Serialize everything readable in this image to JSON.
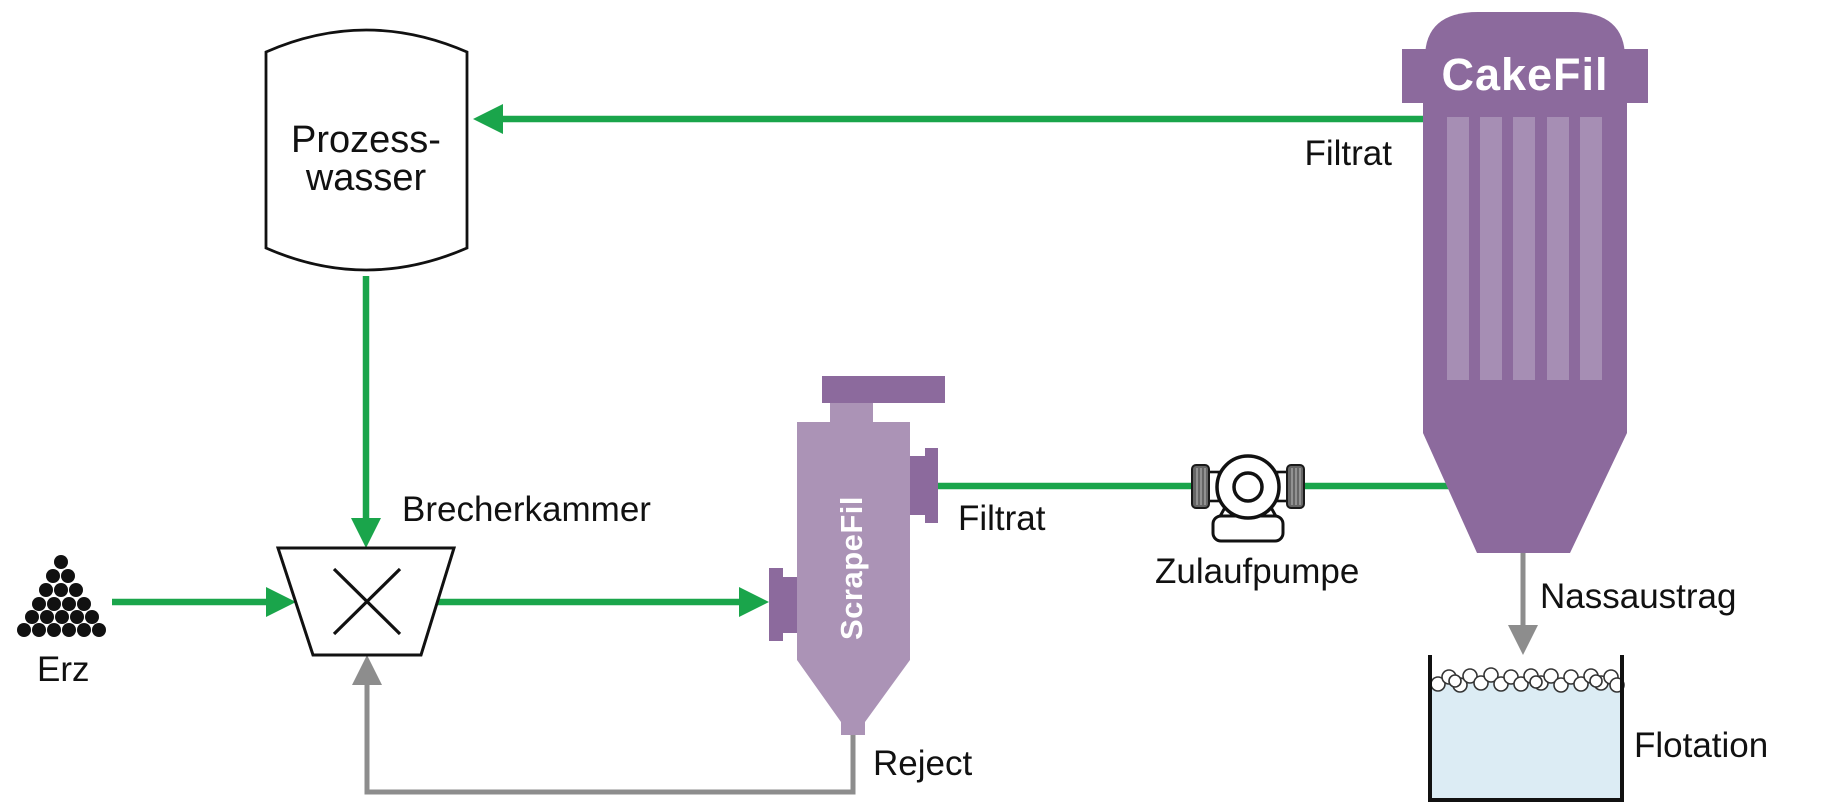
{
  "diagram": {
    "type": "process-flow-diagram",
    "nodes": {
      "prozesswasser": {
        "label_line1": "Prozess-",
        "label_line2": "wasser"
      },
      "brecherkammer": {
        "label": "Brecherkammer"
      },
      "erz": {
        "label": "Erz"
      },
      "scrapefil": {
        "label": "ScrapeFil"
      },
      "zulaufpumpe": {
        "label": "Zulaufpumpe"
      },
      "cakefil": {
        "label": "CakeFil"
      },
      "flotation": {
        "label": "Flotation"
      }
    },
    "streams": {
      "filtrat_top": {
        "label": "Filtrat",
        "color": "#1aa54b"
      },
      "filtrat_mid": {
        "label": "Filtrat",
        "color": "#1aa54b"
      },
      "reject": {
        "label": "Reject",
        "color": "#8d8d8d"
      },
      "nassaustrag": {
        "label": "Nassaustrag",
        "color": "#8d8d8d"
      }
    },
    "colors": {
      "flow_green": "#1aa54b",
      "flow_gray": "#8d8d8d",
      "vessel_purple_dark": "#8c6a9d",
      "vessel_purple_light": "#ab93b6",
      "vessel_stripe": "#a68eb4",
      "water_blue": "#dcecf4",
      "ore_black": "#111111",
      "background": "#ffffff"
    }
  }
}
